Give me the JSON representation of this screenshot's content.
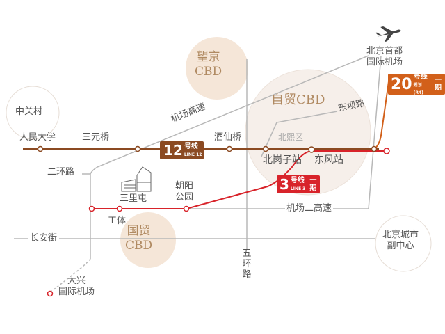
{
  "areas": {
    "wangjing": "望京\nCBD",
    "zhongguancun": "中关村",
    "ftz": "自贸CBD",
    "guomao": "国贸\nCBD",
    "subcenter": "北京城市\n副中心"
  },
  "stations": {
    "renmin": "人民大学",
    "sanyuanqiao": "三元桥",
    "jiuxianqiao": "酒仙桥",
    "beigangzi": "北岗子站",
    "dongfeng": "东风站",
    "sanlitun": "三里屯",
    "chaoyang": "朝阳\n公园",
    "gongti": "工体"
  },
  "roads": {
    "airport_exp": "机场高速",
    "second_ring": "二环路",
    "dongba": "东坝路",
    "airport_exp2": "机场二高速",
    "changan": "长安街",
    "fifth_ring": "五环路"
  },
  "airports": {
    "capital": "北京首都\n国际机场",
    "daxing": "大兴\n国际机场"
  },
  "lines": {
    "l12": {
      "num": "12",
      "name": "号线",
      "en": "LINE 12",
      "color": "#8b4a22"
    },
    "l3": {
      "num": "3",
      "name": "号线",
      "en": "LINE 3",
      "phase": "一期",
      "color": "#d8232a"
    },
    "l20": {
      "num": "20",
      "name": "号线",
      "en": "规划(R4)",
      "phase": "一期",
      "color": "#d2601a"
    }
  },
  "project_logo": "北熙区"
}
